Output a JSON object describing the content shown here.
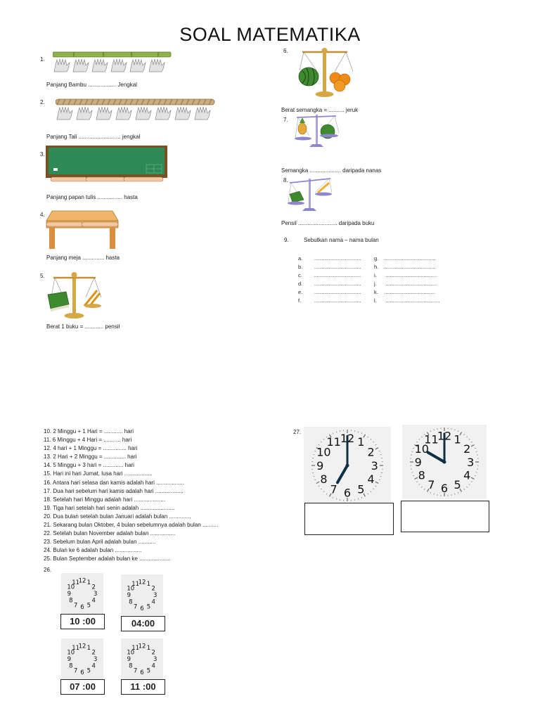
{
  "title": "SOAL MATEMATIKA",
  "left_items": [
    {
      "num": "1.",
      "caption": "Panjang Bambu .................. Jengkal"
    },
    {
      "num": "2.",
      "caption": "Panjang Tali ........................... jengkal"
    },
    {
      "num": "3.",
      "caption": "Panjang papan tulis ................ hasta"
    },
    {
      "num": "4.",
      "caption": "Panjang meja .............. hasta"
    },
    {
      "num": "5.",
      "caption": "Berat 1 buku = ............ pensil"
    }
  ],
  "right_items": [
    {
      "num": "6.",
      "caption": "Berat semangka = .......... jeruk"
    },
    {
      "num": "7.",
      "caption": "Semangka .................... daripada nanas"
    },
    {
      "num": "8.",
      "caption": "Pensil ......................... daripada buku"
    }
  ],
  "q9": {
    "num": "9.",
    "text": "Sebutkan nama – nama bulan",
    "left": [
      "a.        ................................",
      "b.        ................................",
      "c.        ................................",
      "d.        ................................",
      "e.        ................................",
      "f.         ................................"
    ],
    "right": [
      "g.    ...................................",
      "h.    ...................................",
      "i.      ...................................",
      "j.      ...................................",
      "k.    ...................................",
      "l.      ....................................."
    ]
  },
  "questions": [
    "10.  2 Minggu  + 1 Hari = ............ hari",
    "11.  6 Minggu    + 4 Hari = ........... hari",
    "12.  4 hari + 1 Minggu = ............... hari",
    "13.  2 Hari + 2 Minggu = .............. hari",
    "14.  5 Minggu + 3 hari = ............. hari",
    "15.  Hari ini hari Jumat, lusa hari ..................",
    "16.  Antara hari selasa dan kamis adalah hari ..................",
    "17.  Dua hari sebelum hari kamis adalah hari ..................",
    "18.  Setelah hari Minggu adalah hari ....................",
    "19.  Tiga hari setelah hari senin adalah ......................",
    "20.  Dua bulan setelah bulan Januari adalah bulan ..............",
    "21.  Sekarang bulan Oktober, 4 bulan sebelumnya adalah bulan ..........",
    "22.  Setelah bulan November adalah bulan ................",
    "23.  Sebelum bulan April adalah bulan ...........",
    "24.  Bulan ke 6 adalah bulan .................",
    "25.  Bulan September adalah bulan ke ...................."
  ],
  "q26": {
    "num": "26.",
    "times": [
      "10 :00",
      "04:00",
      "07 :00",
      "11 :00"
    ]
  },
  "q27": {
    "num": "27."
  },
  "clock_numerals": [
    "12",
    "1",
    "2",
    "3",
    "4",
    "5",
    "6",
    "7",
    "8",
    "9",
    "10",
    "11"
  ],
  "clock_hands": {
    "q27_left": {
      "hour": 7,
      "minute": 0
    },
    "q27_right": {
      "hour": 10,
      "minute": 0
    }
  },
  "colors": {
    "bamboo": "#8fb34a",
    "rope": "#b99a6a",
    "board_green": "#2e8a55",
    "board_frame": "#7a4f22",
    "desk": "#e8a456",
    "scale_gold": "#d6a746",
    "watermelon": "#3f8a2e",
    "orange": "#ee8a16",
    "clock_hand": "#0f2f44"
  }
}
